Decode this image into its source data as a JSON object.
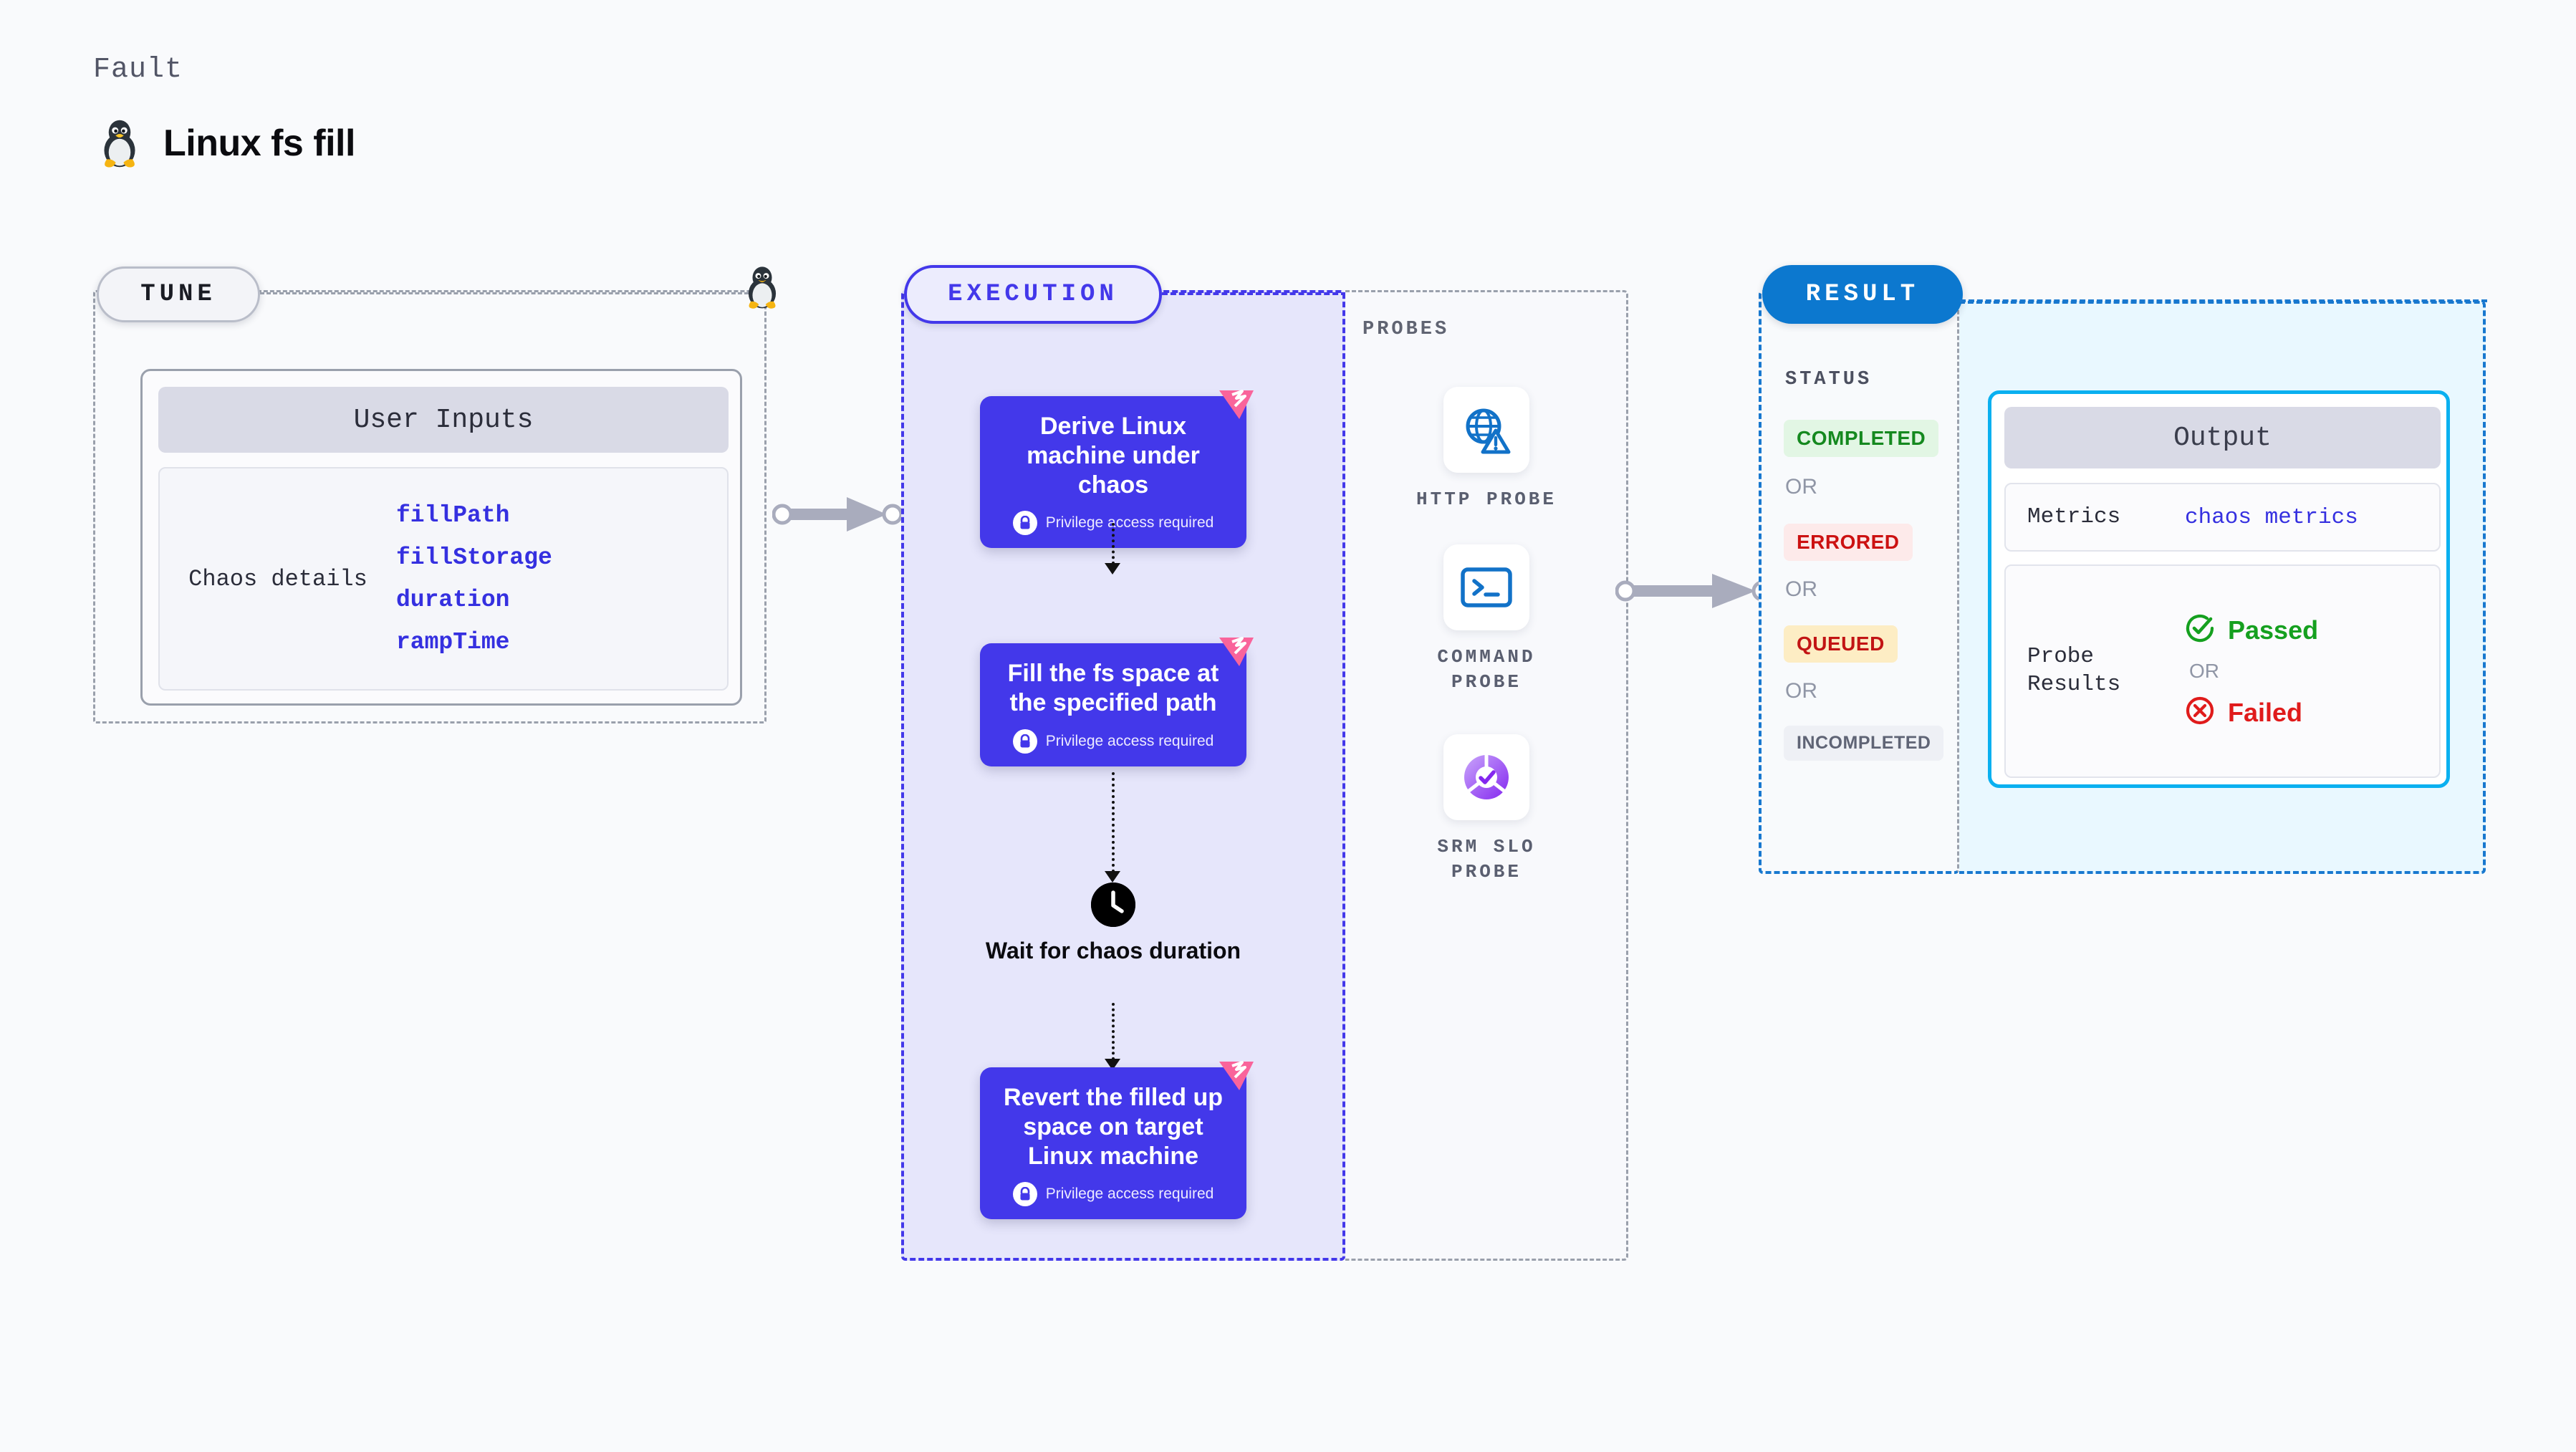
{
  "header": {
    "kicker": "Fault",
    "title": "Linux fs fill",
    "icon": "tux-penguin-icon"
  },
  "tune": {
    "pill_label": "TUNE",
    "card": {
      "header": "User Inputs",
      "row_label": "Chaos details",
      "params": [
        "fillPath",
        "fillStorage",
        "duration",
        "rampTime"
      ]
    },
    "edge_icon": "tux-penguin-icon"
  },
  "execution": {
    "pill_label": "EXECUTION",
    "privilege_note": "Privilege access required",
    "steps": [
      {
        "title": "Derive Linux machine under chaos",
        "privileged": true,
        "flag": true
      },
      {
        "title": "Fill the fs space at the specified path",
        "privileged": true,
        "flag": true
      },
      {
        "title": "Wait for chaos duration",
        "privileged": false,
        "flag": false,
        "icon": "clock-icon"
      },
      {
        "title": "Revert the filled up space on target Linux machine",
        "privileged": true,
        "flag": true
      }
    ]
  },
  "probes": {
    "title": "PROBES",
    "items": [
      {
        "label": "HTTP PROBE",
        "icon": "globe-warning-icon"
      },
      {
        "label": "COMMAND PROBE",
        "icon": "terminal-icon"
      },
      {
        "label": "SRM SLO PROBE",
        "icon": "slo-donut-check-icon"
      }
    ]
  },
  "result": {
    "pill_label": "RESULT",
    "status_title": "STATUS",
    "or_label": "OR",
    "statuses": [
      {
        "label": "COMPLETED",
        "fg": "#15891f",
        "bg": "#e2f6e4"
      },
      {
        "label": "ERRORED",
        "fg": "#cc1111",
        "bg": "#fdeaea"
      },
      {
        "label": "QUEUED",
        "fg": "#c21414",
        "bg": "#fdedc4"
      },
      {
        "label": "INCOMPLETED",
        "fg": "#5f6475",
        "bg": "#eef0f5"
      }
    ],
    "output": {
      "header": "Output",
      "metrics_key": "Metrics",
      "metrics_value": "chaos metrics",
      "probe_key": "Probe Results",
      "passed_label": "Passed",
      "failed_label": "Failed",
      "or_label": "OR"
    }
  },
  "colors": {
    "indigo": "#4338ea",
    "blue": "#0c78cf",
    "cyan": "#0ab0f0",
    "pink_flag": "#f9649b",
    "green": "#15891f",
    "red": "#cc1111",
    "gray_dash": "#9aa0ac",
    "background": "#f9fafc"
  }
}
